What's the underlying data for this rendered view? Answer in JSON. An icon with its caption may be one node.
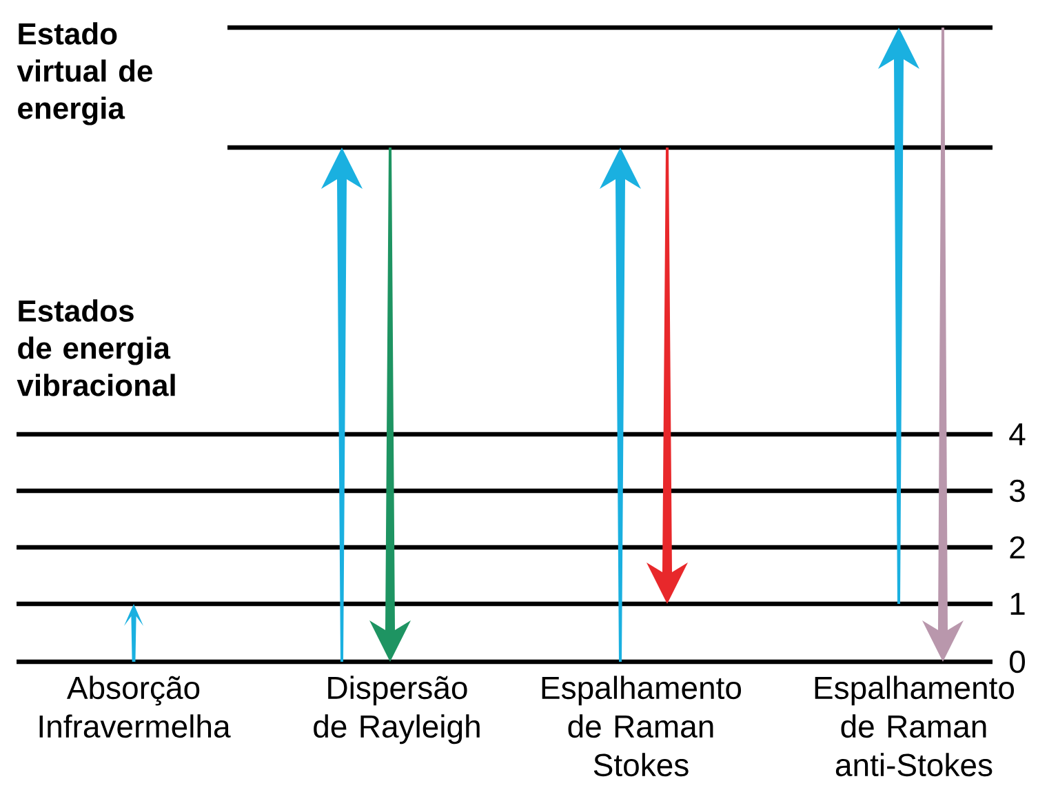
{
  "diagram": {
    "labels": [
      "Estado virtual de energia",
      "Estados de energia vibracional",
      "4",
      "3",
      "2",
      "1",
      "0",
      "Absorção Infravermelha",
      "Dispersão de Rayleigh",
      "Espalhamento de Raman Stokes",
      "Espalhamento de Raman anti-Stokes"
    ]
  }
}
